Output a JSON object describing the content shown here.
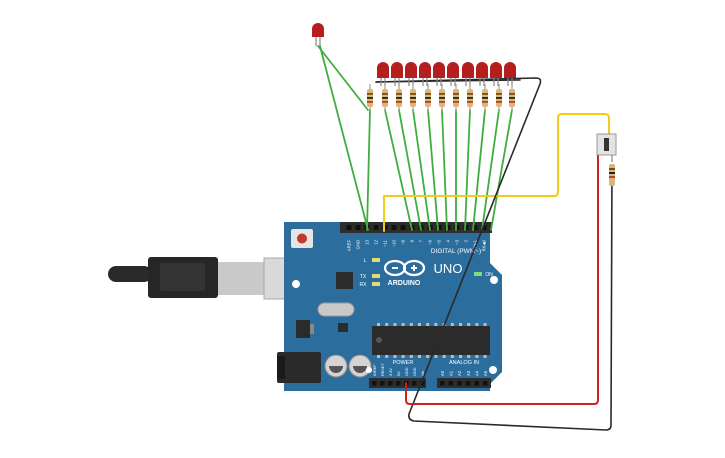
{
  "board": {
    "brand": "ARDUINO",
    "model": "UNO",
    "digital_label": "DIGITAL (PWM~)",
    "analog_label": "ANALOG IN",
    "power_label": "POWER",
    "on_label": "ON",
    "l_label": "L",
    "tx_label": "TX",
    "rx_label": "RX",
    "top_pin_labels": [
      "AREF",
      "GND",
      "13",
      "12",
      "~11",
      "~10",
      "~9",
      "8",
      "7",
      "~6",
      "~5",
      "4",
      "~3",
      "2",
      "TX▶1",
      "RX◀0"
    ],
    "power_pin_labels": [
      "IOREF",
      "RESET",
      "3.3V",
      "5V",
      "GND",
      "GND",
      "Vin"
    ],
    "analog_pin_labels": [
      "A0",
      "A1",
      "A2",
      "A3",
      "A4",
      "A5"
    ]
  },
  "components": {
    "led_color": "#b51e1e",
    "resistor_color": "#d8b877",
    "wire_green": "#3fae3f",
    "wire_yellow": "#f2cc16",
    "wire_red": "#d21f1f",
    "wire_black": "#2a2a2a",
    "board_color": "#2b6d9c"
  }
}
